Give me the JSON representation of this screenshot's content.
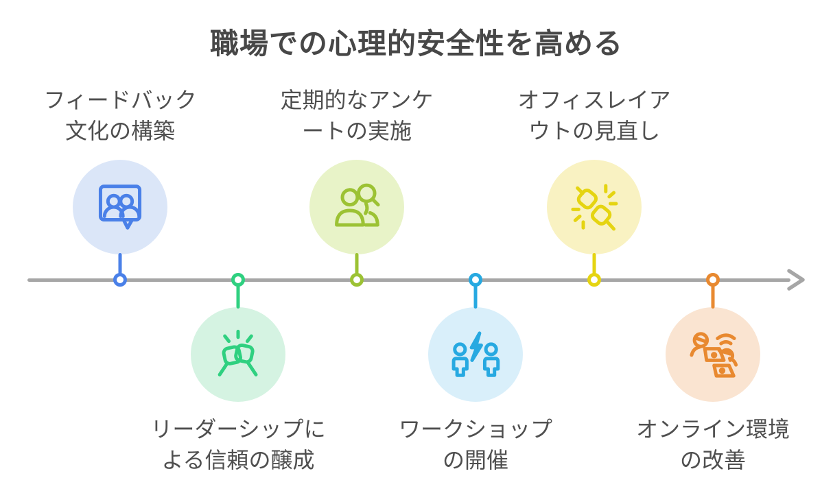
{
  "title": "職場での心理的安全性を高める",
  "colors": {
    "title_text": "#474747",
    "label_text": "#4f4f4f",
    "line": "#a6a6a6",
    "background": "#ffffff"
  },
  "timeline": {
    "direction": "left-to-right-arrow",
    "items": [
      {
        "label_line1": "フィードバック",
        "label_line2": "文化の構築",
        "position": "above",
        "icon": "chat-people-icon",
        "accent": "#4a80e8",
        "fill": "#dbe6f8"
      },
      {
        "label_line1": "リーダーシップに",
        "label_line2": "よる信頼の醸成",
        "position": "below",
        "icon": "fist-bump-icon",
        "accent": "#2fd080",
        "fill": "#d5f3e2"
      },
      {
        "label_line1": "定期的なアンケ",
        "label_line2": "ートの実施",
        "position": "above",
        "icon": "people-search-icon",
        "accent": "#9cc234",
        "fill": "#e8f3c8"
      },
      {
        "label_line1": "ワークショップ",
        "label_line2": "の開催",
        "position": "below",
        "icon": "people-lightning-icon",
        "accent": "#27a9e1",
        "fill": "#d9effa"
      },
      {
        "label_line1": "オフィスレイア",
        "label_line2": "ウトの見直し",
        "position": "above",
        "icon": "fist-bump-diagonal-icon",
        "accent": "#e5d411",
        "fill": "#f9f2c2"
      },
      {
        "label_line1": "オンライン環境",
        "label_line2": "の改善",
        "position": "below",
        "icon": "online-meeting-icon",
        "accent": "#e88930",
        "fill": "#fae4d1"
      }
    ]
  }
}
